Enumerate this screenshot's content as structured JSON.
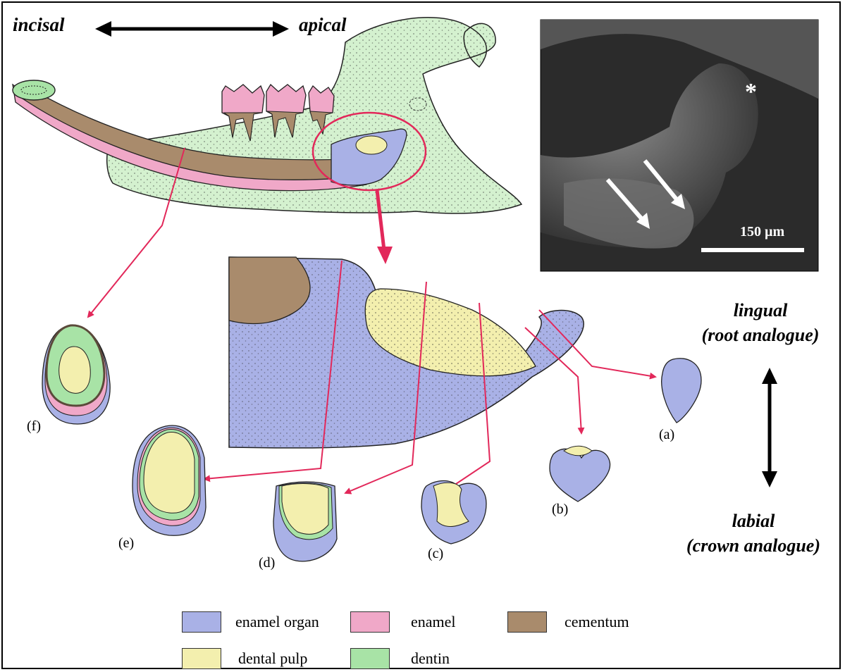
{
  "direction_top": {
    "left": "incisal",
    "right": "apical"
  },
  "axis_right": {
    "top_line1": "lingual",
    "top_line2": "(root analogue)",
    "bottom_line1": "labial",
    "bottom_line2": "(crown analogue)"
  },
  "sem": {
    "scale_label": "150 µm",
    "marker": "*"
  },
  "sections": [
    "(a)",
    "(b)",
    "(c)",
    "(d)",
    "(e)",
    "(f)"
  ],
  "legend": [
    {
      "label": "enamel organ",
      "color": "#a9b1e6"
    },
    {
      "label": "enamel",
      "color": "#f0a8c8"
    },
    {
      "label": "cementum",
      "color": "#a98b6c"
    },
    {
      "label": "dental pulp",
      "color": "#f3efae"
    },
    {
      "label": "dentin",
      "color": "#a8e3a6"
    }
  ],
  "colors": {
    "bone": "#d4f1cf",
    "enamel_organ": "#a9b1e6",
    "enamel": "#f0a8c8",
    "cementum": "#a98b6c",
    "pulp": "#f3efae",
    "dentin": "#a8e3a6",
    "pointer": "#e2285a"
  }
}
